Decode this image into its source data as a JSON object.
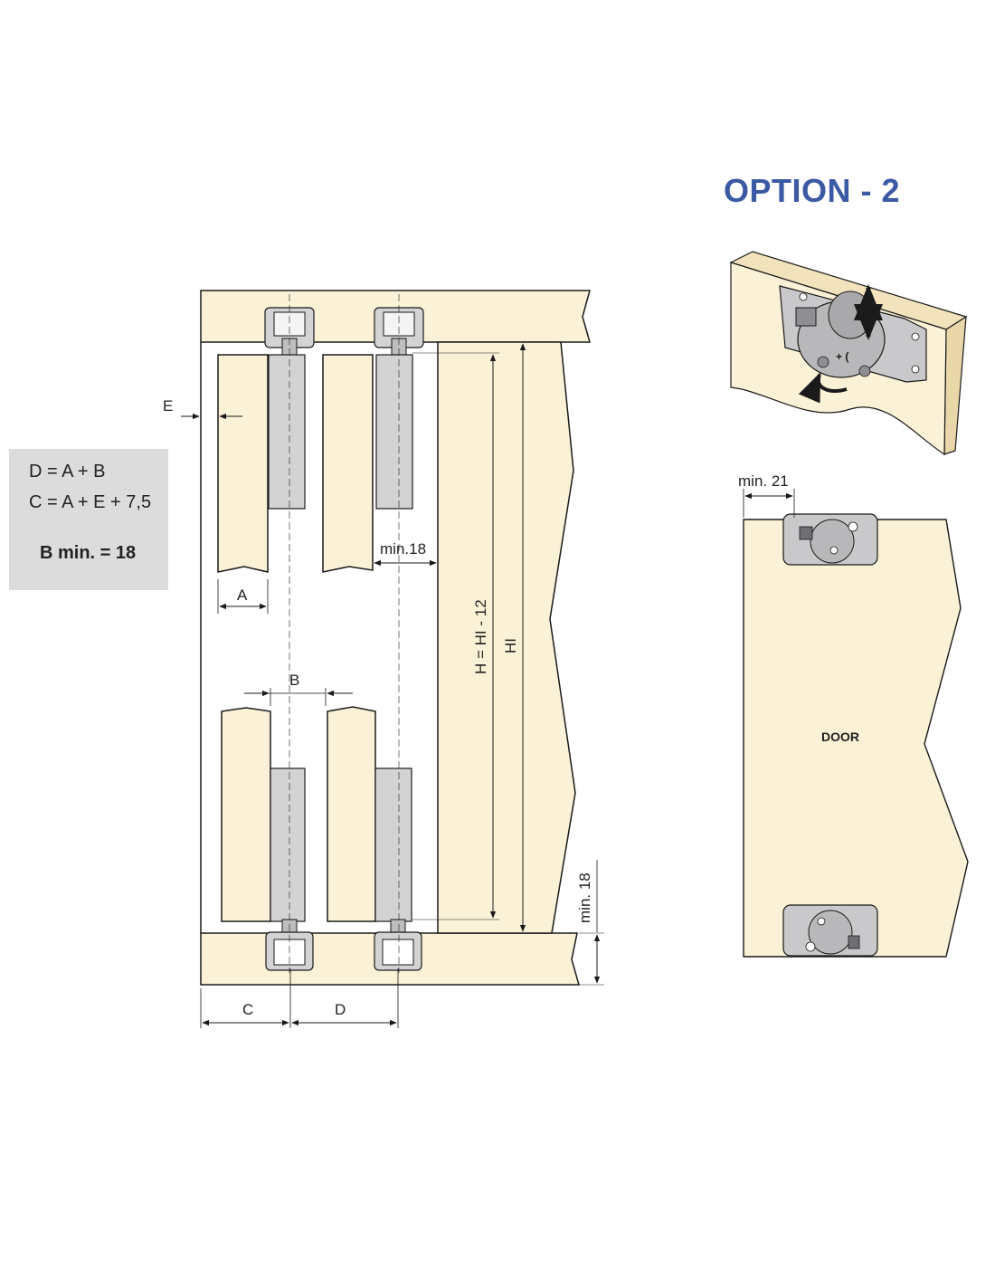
{
  "title": "OPTION - 2",
  "formulas": {
    "line1": "D = A + B",
    "line2": "C = A + E + 7,5",
    "line3": "B min. = 18"
  },
  "dimensions": {
    "E": "E",
    "A": "A",
    "B": "B",
    "C": "C",
    "D": "D",
    "min18_gap": "min.18",
    "height_formula": "H = HI - 12",
    "HI": "HI",
    "min18_bottom": "min. 18",
    "min21": "min. 21"
  },
  "door_label": "DOOR",
  "colors": {
    "wood": "#fbf1d6",
    "metal": "#d3d3d3",
    "line": "#1a1a1a",
    "title": "#3b5aa3",
    "formula_bg": "#dcdcdc"
  }
}
